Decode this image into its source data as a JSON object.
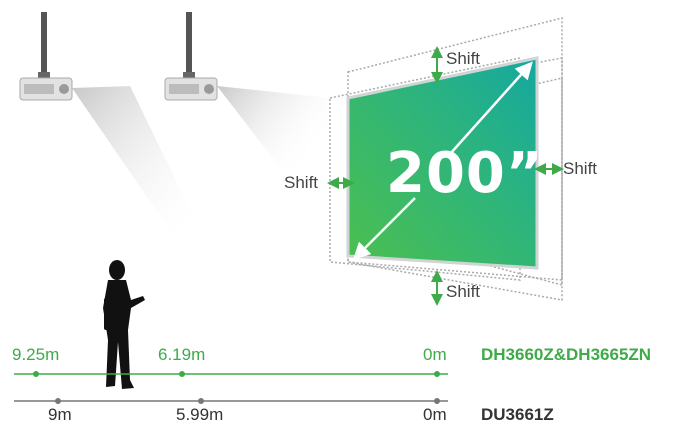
{
  "screen": {
    "size_label": "200”",
    "shift_label": "Shift",
    "gradient_colors": [
      "#14a8a0",
      "#2fb57a",
      "#4cbf4e"
    ]
  },
  "scales": {
    "green": {
      "model": "DH3660Z&DH3665ZN",
      "color": "#3eab48",
      "marks": [
        "9.25m",
        "6.19m",
        "0m"
      ]
    },
    "grey": {
      "model": "DU3661Z",
      "color": "#555555",
      "marks": [
        "9m",
        "5.99m",
        "0m"
      ]
    }
  },
  "icons": [
    "ceiling-projector-icon",
    "person-silhouette-icon",
    "double-arrow-icon"
  ]
}
